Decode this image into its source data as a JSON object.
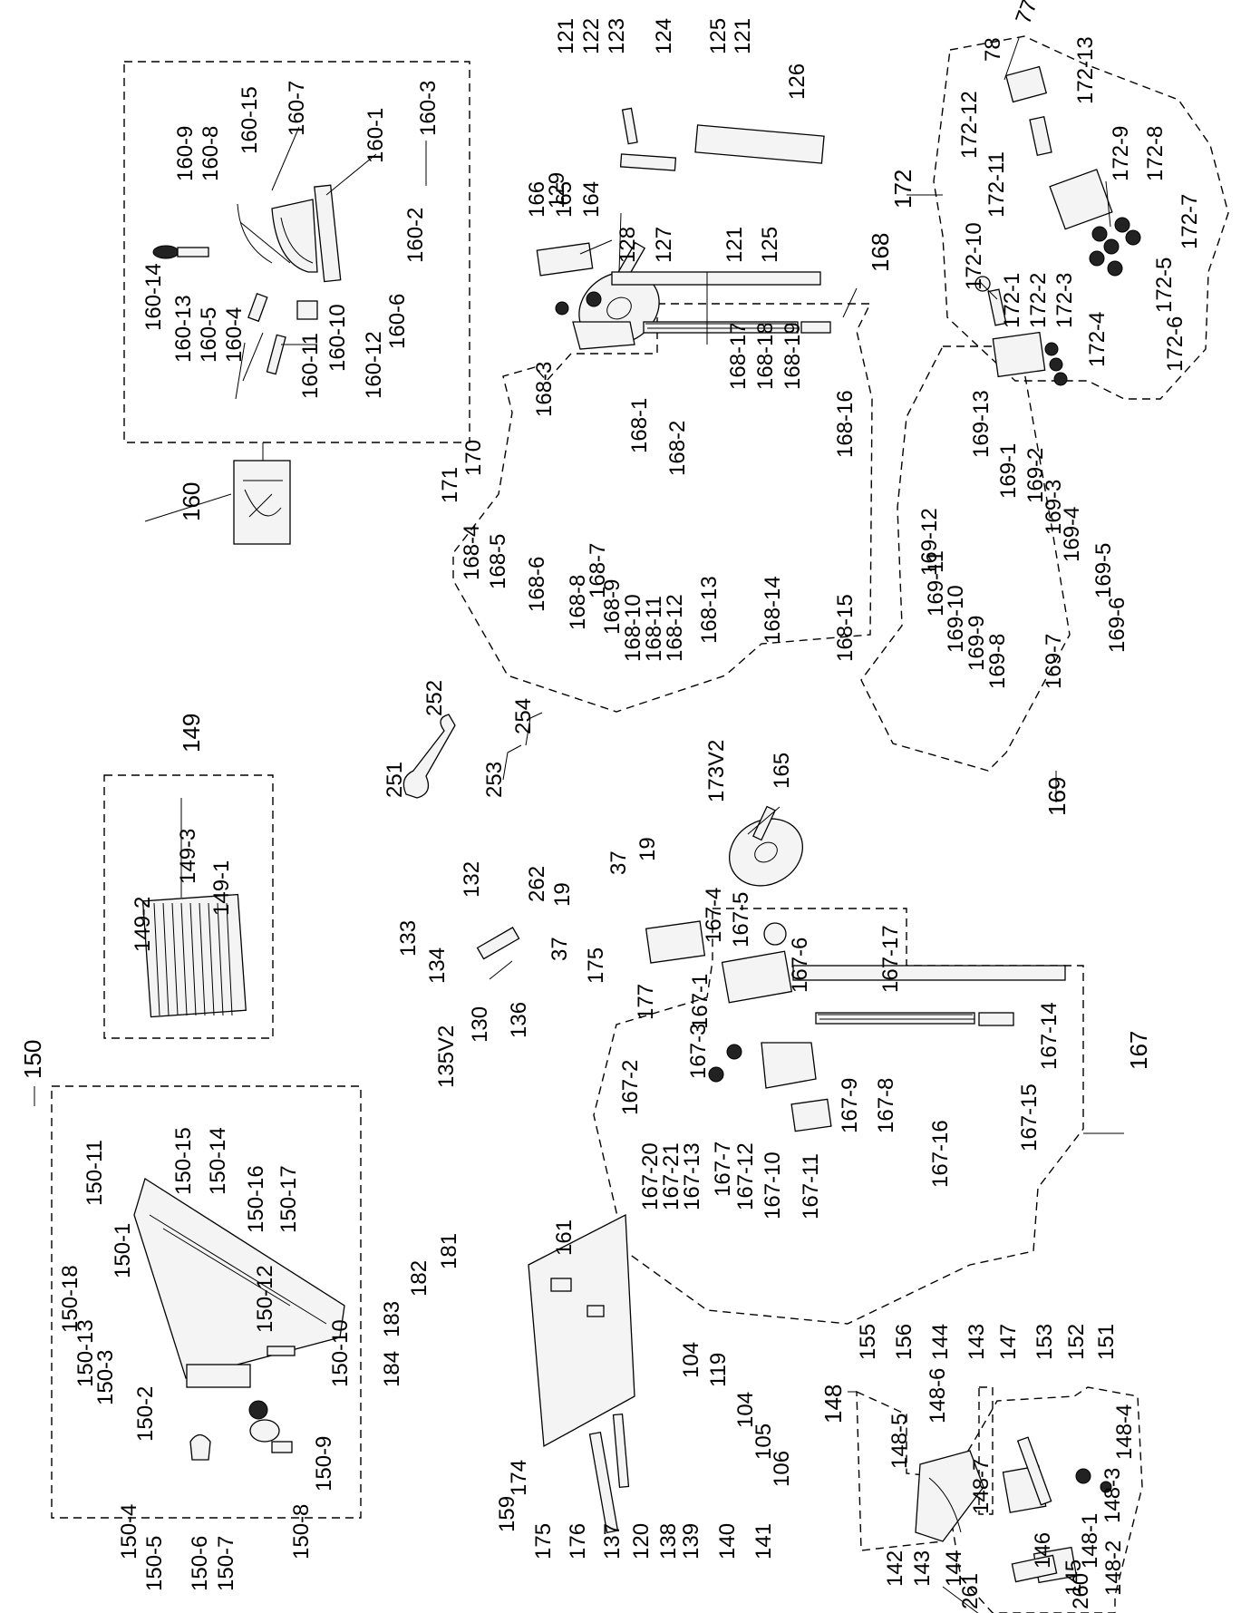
{
  "labels": [
    "121",
    "122",
    "123",
    "124",
    "125",
    "121",
    "126",
    "129",
    "128",
    "127",
    "121",
    "125",
    "78",
    "77",
    "172-13",
    "172-12",
    "172-11",
    "172-9",
    "172-8",
    "172-10",
    "172-7",
    "172-1",
    "172-2",
    "172-3",
    "172-5",
    "172-4",
    "172-6",
    "172",
    "166",
    "165",
    "164",
    "168",
    "168-17",
    "168-18",
    "168-19",
    "168-16",
    "168-1",
    "168-2",
    "168-3",
    "170",
    "171",
    "168-4",
    "168-5",
    "168-6",
    "168-8",
    "168-7",
    "168-9",
    "168-10",
    "168-11",
    "168-12",
    "168-13",
    "168-14",
    "168-15",
    "169-13",
    "169-1",
    "169-2",
    "169-3",
    "169-4",
    "169-5",
    "169-12",
    "169-11",
    "169-10",
    "169-9",
    "169-8",
    "169-7",
    "169-6",
    "169",
    "160-9",
    "160-8",
    "160-15",
    "160-7",
    "160-1",
    "160-3",
    "160-2",
    "160-6",
    "160-14",
    "160-13",
    "160-5",
    "160-4",
    "160-11",
    "160-10",
    "160-12",
    "160",
    "149",
    "149-3",
    "149-2",
    "149-1",
    "252",
    "254",
    "251",
    "253",
    "173V2",
    "165",
    "19",
    "37",
    "132",
    "262",
    "133",
    "134",
    "135V2",
    "130",
    "136",
    "19",
    "37",
    "175",
    "177",
    "167-4",
    "167-5",
    "167-6",
    "167-17",
    "167-1",
    "167-3",
    "167-2",
    "167-20",
    "167-21",
    "167-13",
    "167-7",
    "167-12",
    "167-10",
    "167-11",
    "167-9",
    "167-8",
    "167-16",
    "167-15",
    "167-14",
    "167",
    "150",
    "150-11",
    "150-15",
    "150-14",
    "150-16",
    "150-17",
    "150-1",
    "150-18",
    "150-13",
    "150-3",
    "150-2",
    "150-12",
    "150-10",
    "150-4",
    "150-5",
    "150-6",
    "150-7",
    "150-9",
    "150-8",
    "161",
    "181",
    "182",
    "183",
    "184",
    "104",
    "119",
    "104",
    "105",
    "106",
    "174",
    "159",
    "175",
    "176",
    "137",
    "120",
    "138",
    "139",
    "140",
    "141",
    "155",
    "156",
    "144",
    "143",
    "147",
    "153",
    "152",
    "151",
    "148",
    "148-6",
    "148-5",
    "148-4",
    "148-3",
    "148-7",
    "148-1",
    "148-2",
    "142",
    "143",
    "144",
    "146",
    "145",
    "261",
    "260"
  ]
}
